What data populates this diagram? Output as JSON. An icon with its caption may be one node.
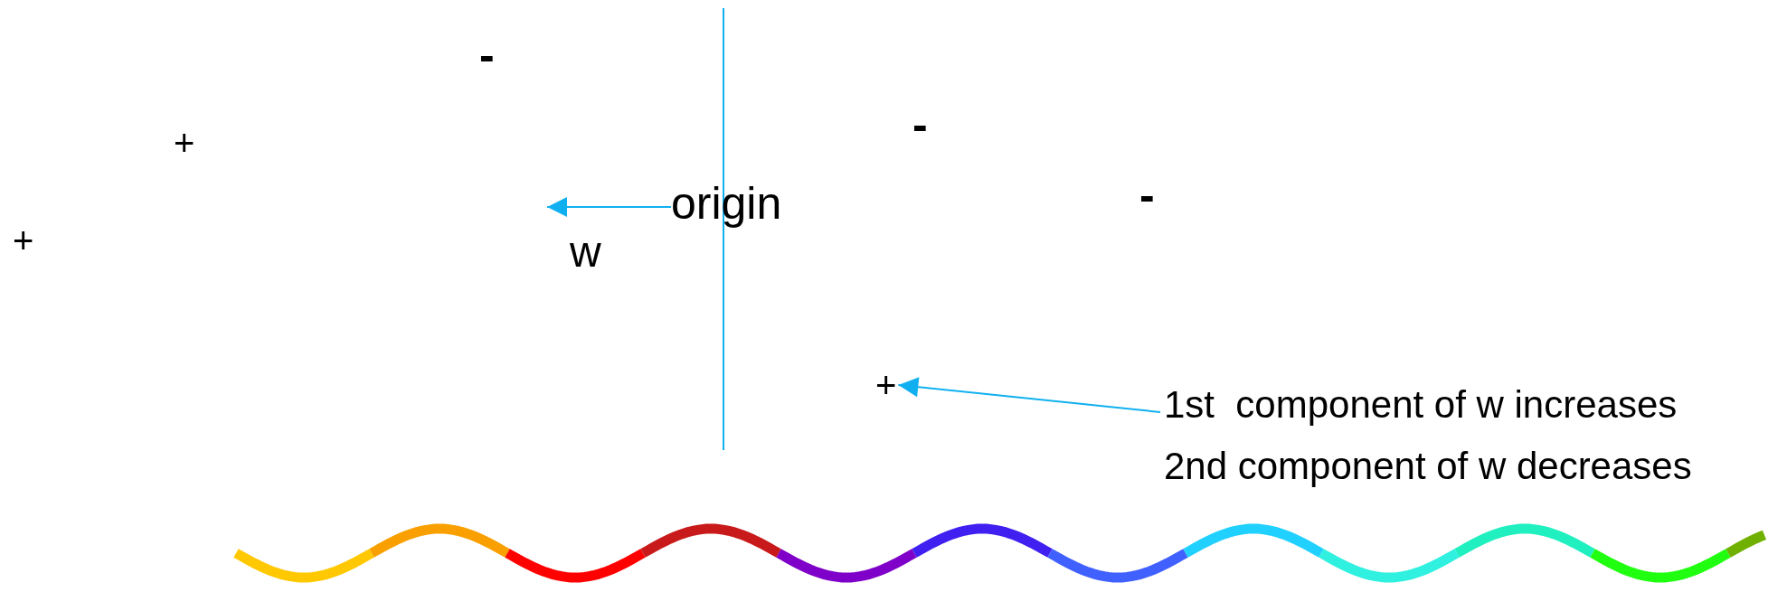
{
  "diagram": {
    "nodes": [
      {
        "text": [
          "origin"
        ]
      },
      {
        "text": [
          "+"
        ]
      },
      {
        "text": [
          "1st  component of w increases",
          "2nd component of w decreases"
        ]
      }
    ],
    "edges": [
      {
        "from": 0,
        "to": null,
        "arrow": "to",
        "label": "w"
      },
      {
        "from": 2,
        "to": 1,
        "arrow": "to"
      }
    ],
    "labels": [
      "-",
      "-",
      "+",
      "-",
      "+"
    ]
  }
}
